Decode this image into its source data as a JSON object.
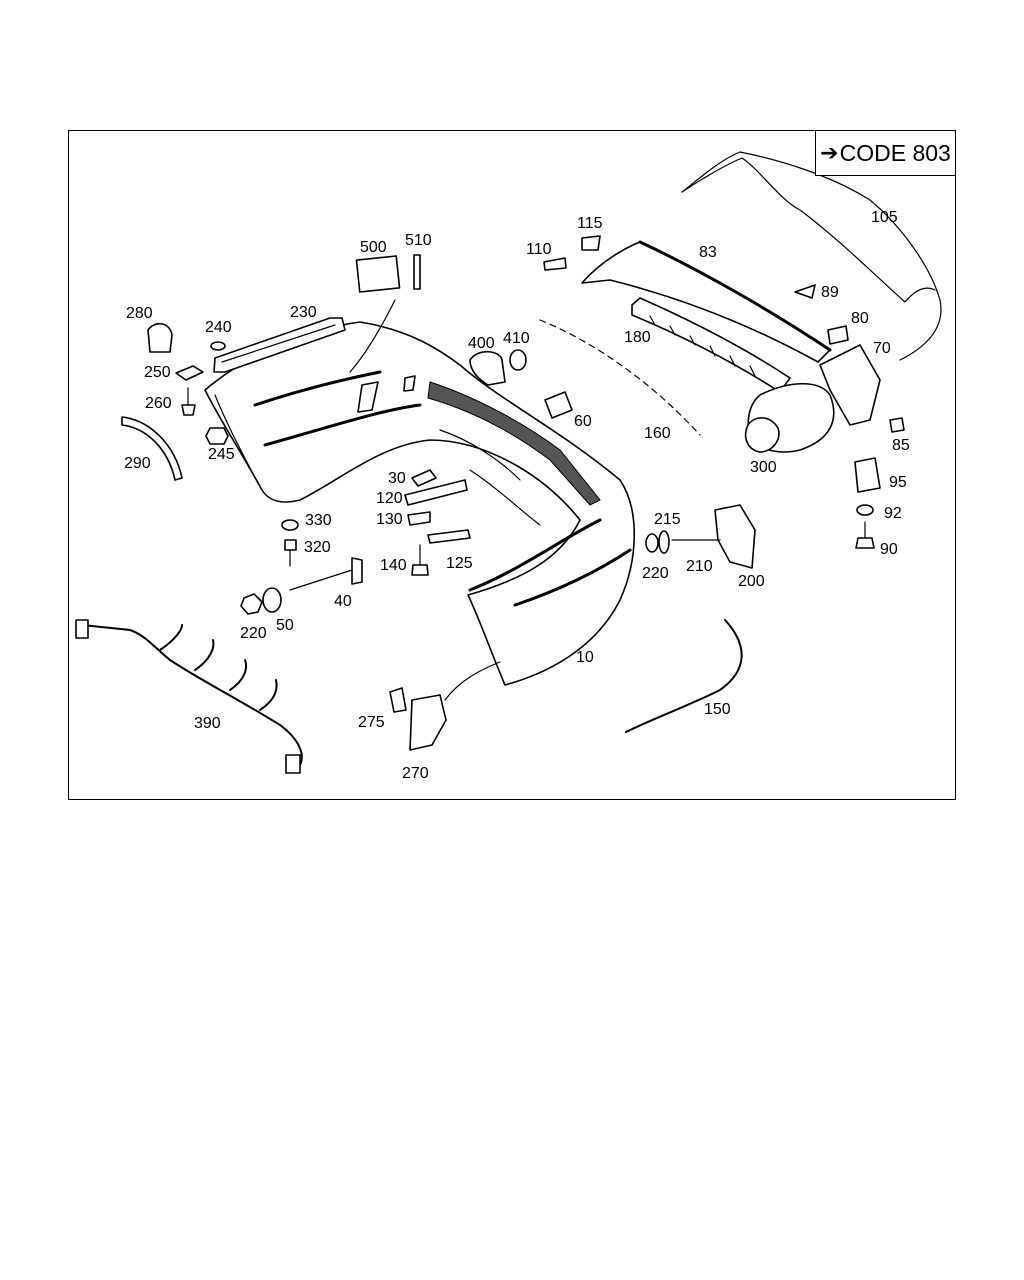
{
  "code_box": {
    "arrow": "➔",
    "text": "CODE 803"
  },
  "labels": {
    "l10": "10",
    "l30": "30",
    "l40": "40",
    "l50": "50",
    "l60": "60",
    "l70": "70",
    "l80": "80",
    "l83": "83",
    "l85": "85",
    "l89": "89",
    "l90": "90",
    "l92": "92",
    "l95": "95",
    "l105": "105",
    "l110": "110",
    "l115": "115",
    "l120": "120",
    "l125": "125",
    "l130": "130",
    "l140": "140",
    "l150": "150",
    "l160": "160",
    "l180": "180",
    "l200": "200",
    "l210": "210",
    "l215": "215",
    "l220a": "220",
    "l220b": "220",
    "l230": "230",
    "l240": "240",
    "l245": "245",
    "l250": "250",
    "l260": "260",
    "l270": "270",
    "l275": "275",
    "l280": "280",
    "l290": "290",
    "l300": "300",
    "l320": "320",
    "l330": "330",
    "l390": "390",
    "l400": "400",
    "l410": "410",
    "l500": "500",
    "l510": "510"
  }
}
